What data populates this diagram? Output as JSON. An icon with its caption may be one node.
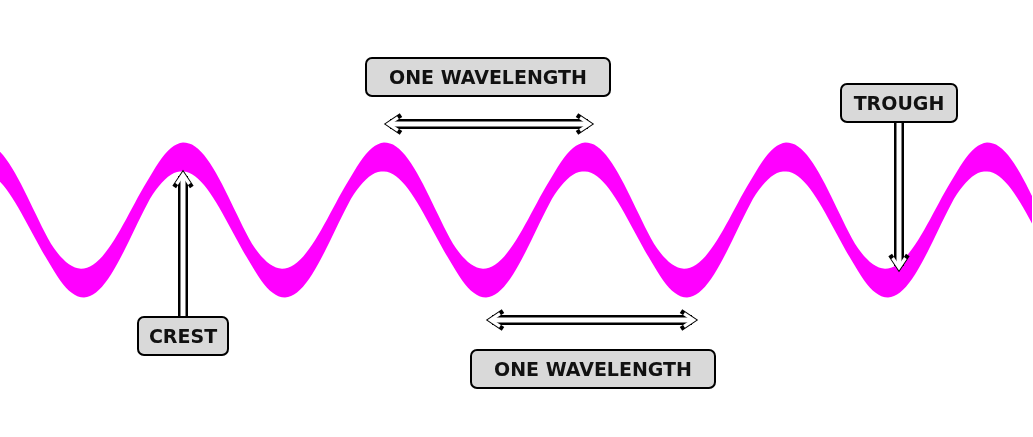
{
  "diagram": {
    "nodes": [
      {
        "text": [
          "ONE WAVELENGTH"
        ]
      },
      {
        "text": [
          "TROUGH"
        ]
      },
      {
        "text": [
          "CREST"
        ]
      },
      {
        "text": [
          "ONE WAVELENGTH"
        ]
      }
    ],
    "edges": [
      {
        "from": 1,
        "to": null,
        "arrow": "to"
      },
      {
        "from": 2,
        "to": null,
        "arrow": "to"
      }
    ]
  }
}
